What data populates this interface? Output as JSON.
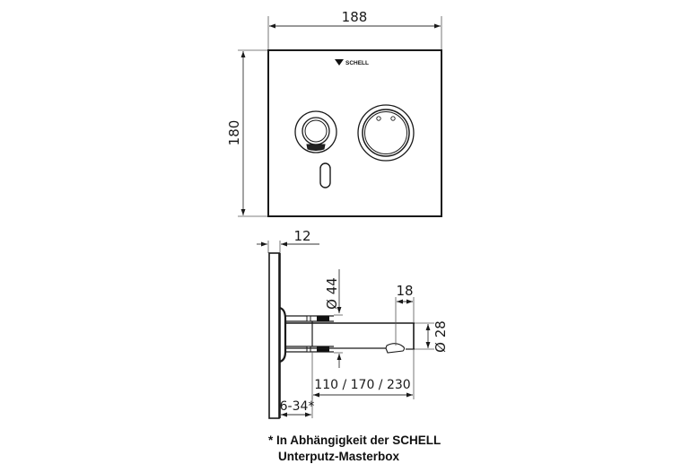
{
  "front_view": {
    "width_dimension": "188",
    "height_dimension": "180",
    "logo": {
      "brand": "SCHELL",
      "icon": "schell-triangle-logo-icon"
    },
    "controls": [
      {
        "name": "push-button",
        "shape": "ring"
      },
      {
        "name": "rotary-knob",
        "shape": "circle-with-two-dots"
      },
      {
        "name": "sensor-window",
        "shape": "rounded-slot"
      }
    ]
  },
  "side_view": {
    "plate_thickness_dimension": "12",
    "pipe_diameter_dimension": "Ø 44",
    "outlet_diameter_dimension": "Ø 28",
    "outlet_tip_dimension": "18",
    "projection_length_dimension": "110 / 170 / 230",
    "wall_offset_dimension": "6-34*"
  },
  "footnote": {
    "line1": "* In Abhängigkeit der SCHELL",
    "line2": "Unterputz-Masterbox"
  },
  "colors": {
    "line": "#1a1a1a",
    "dimension_line": "#444444",
    "background": "#ffffff"
  }
}
